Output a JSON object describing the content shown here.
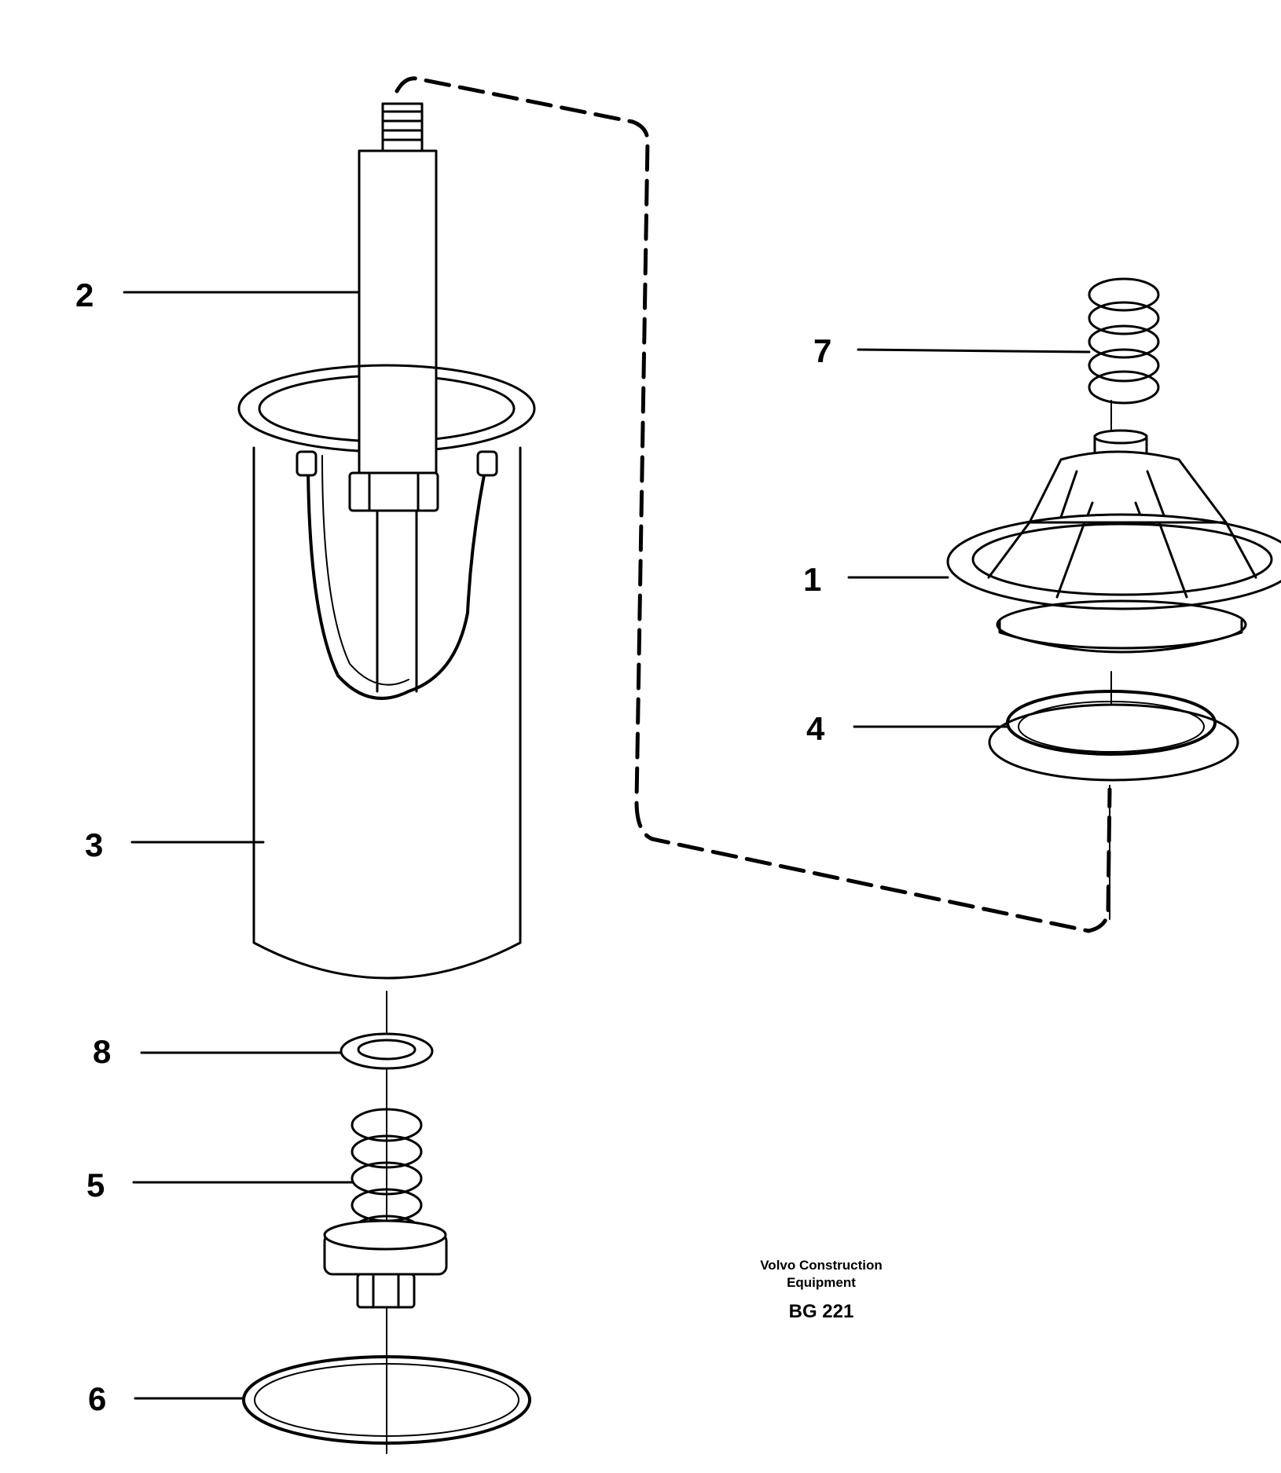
{
  "callouts": {
    "part_1": "1",
    "part_2": "2",
    "part_3": "3",
    "part_4": "4",
    "part_5": "5",
    "part_6": "6",
    "part_7": "7",
    "part_8": "8"
  },
  "credit": {
    "line1": "Volvo Construction",
    "line2": "Equipment",
    "code": "BG 221"
  }
}
